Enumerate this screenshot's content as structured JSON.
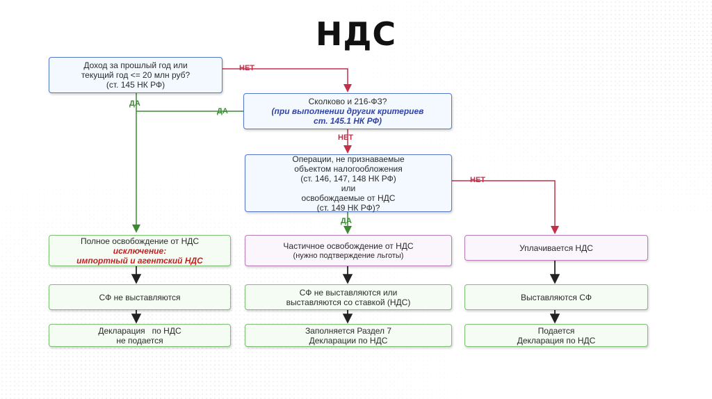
{
  "title": "НДС",
  "colors": {
    "no": "#c03048",
    "yes": "#3b8a33",
    "question": "#5577c8",
    "result": "#7cbf73",
    "paid": "#b77bb8"
  },
  "q1": {
    "line1": "Доход за прошлый год или",
    "line2": "текущий год <= 20 млн руб?",
    "line3": "(ст. 145 НК РФ)"
  },
  "q2": {
    "line1": "Сколково и 216-ФЗ?",
    "line2": "(при выполнении другик критериев",
    "line3": "ст. 145.1 НК РФ)"
  },
  "q3": {
    "line1": "Операции, не признаваемые",
    "line2": "объектом налогообложения",
    "line3": "(ст. 146, 147, 148 НК РФ)",
    "line4": "или",
    "line5": "освобождаемые от НДС",
    "line6": "(ст. 149 НК РФ)?"
  },
  "labels": {
    "no1": "НЕТ",
    "yes1": "ДА",
    "yes2": "ДА",
    "no2": "НЕТ",
    "yes3": "ДА",
    "no3": "НЕТ"
  },
  "col1": {
    "r1": {
      "line1": "Полное освобождение от НДС",
      "line2": "исключение:",
      "line3": "импортный и агентский НДС"
    },
    "r2": {
      "line1": "СФ не выставляются"
    },
    "r3": {
      "line1": "Декларация   по НДС",
      "line2": "не подается"
    }
  },
  "col2": {
    "r1": {
      "line1": "Частичное освобождение от НДС",
      "line2": "(нужно подтверждение льготы)"
    },
    "r2": {
      "line1": "СФ не выставляются или",
      "line2": "выставляются со ставкой (НДС)"
    },
    "r3": {
      "line1": "Заполняется Раздел 7",
      "line2": "Декларации по НДС"
    }
  },
  "col3": {
    "r1": {
      "line1": "Уплачивается НДС"
    },
    "r2": {
      "line1": "Выставляются СФ"
    },
    "r3": {
      "line1": "Подается",
      "line2": "Декларация по НДС"
    }
  }
}
